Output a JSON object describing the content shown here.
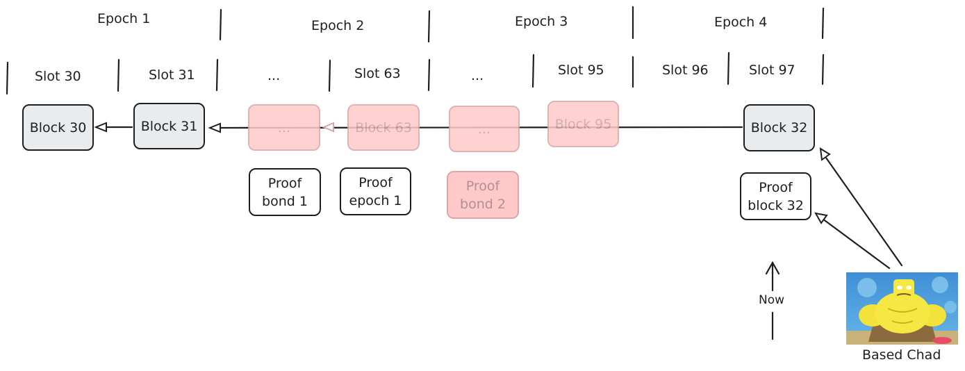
{
  "epochs": [
    "Epoch 1",
    "Epoch 2",
    "Epoch 3",
    "Epoch 4"
  ],
  "slots": [
    "Slot 30",
    "Slot 31",
    "...",
    "Slot 63",
    "...",
    "Slot 95",
    "Slot 96",
    "Slot 97"
  ],
  "blocks": {
    "block30": "Block 30",
    "block31": "Block 31",
    "faded1": "...",
    "block63": "Block 63",
    "faded2": "...",
    "block95": "Block 95",
    "block32": "Block 32"
  },
  "proofs": {
    "bond1": [
      "Proof",
      "bond 1"
    ],
    "epoch1": [
      "Proof",
      "epoch 1"
    ],
    "bond2": [
      "Proof",
      "bond 2"
    ],
    "block32": [
      "Proof",
      "block 32"
    ]
  },
  "now_label": "Now",
  "chad_caption": "Based Chad",
  "colors": {
    "ink": "#1e1e1e",
    "block_fill": "#e9ecef",
    "faded_fill": "#ffc9c9"
  }
}
